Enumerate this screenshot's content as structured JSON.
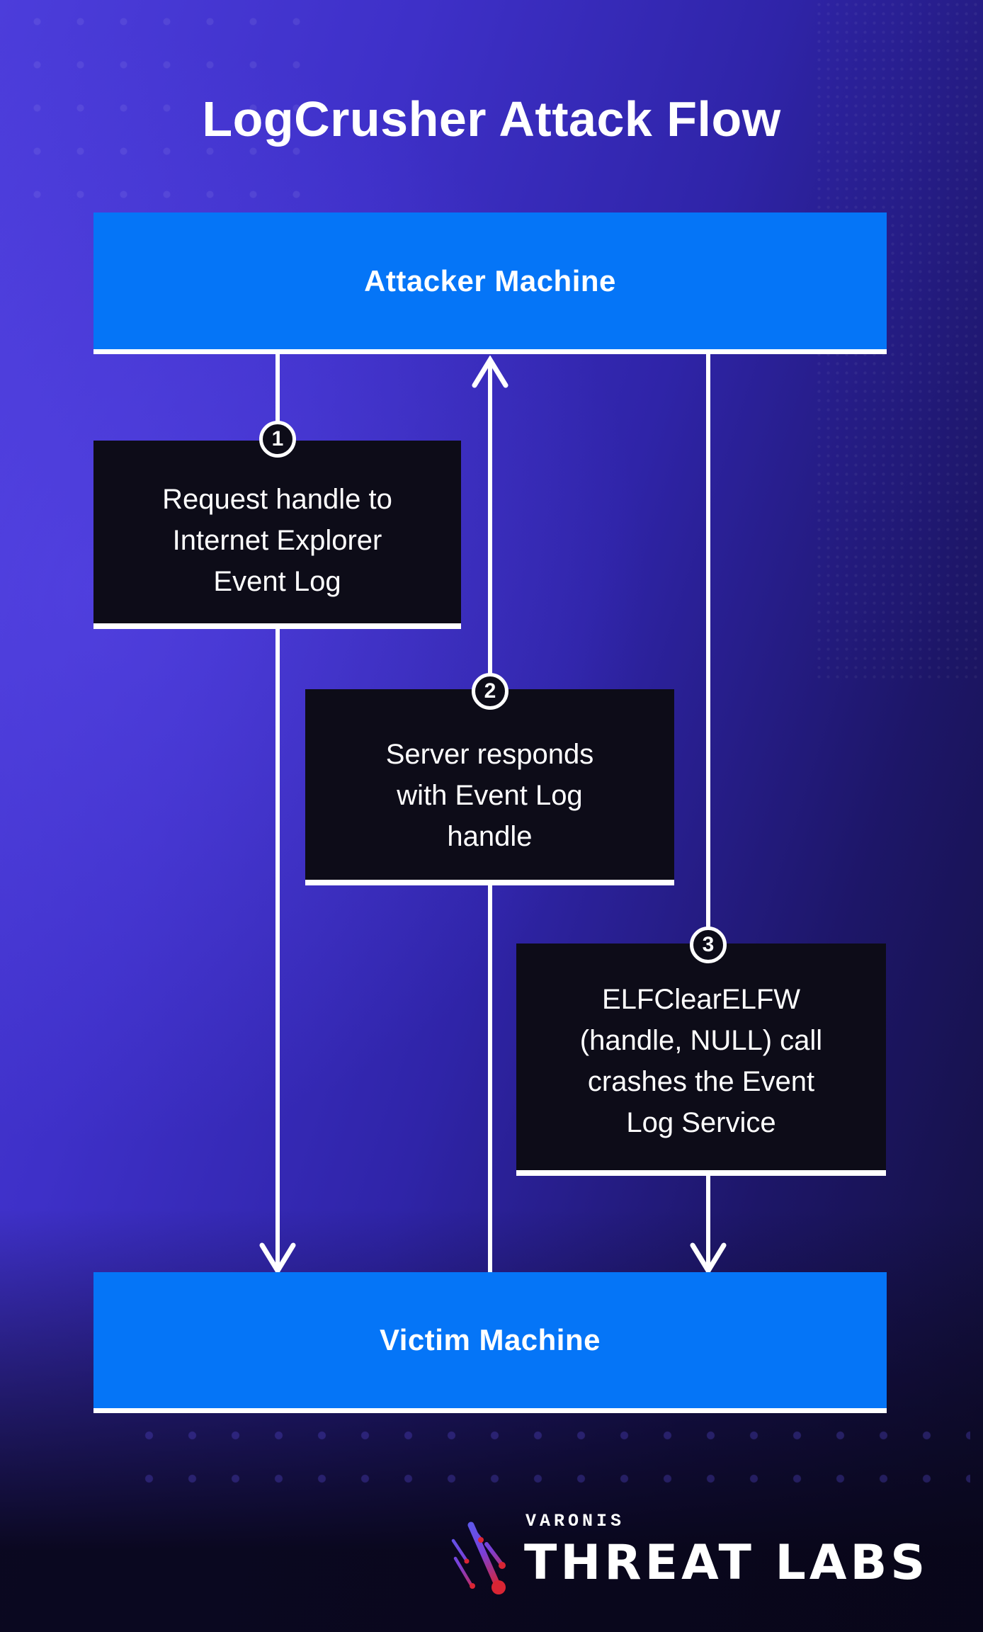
{
  "title": "LogCrusher Attack Flow",
  "nodes": {
    "attacker": "Attacker Machine",
    "victim": "Victim Machine"
  },
  "steps": [
    {
      "number": "1",
      "text": "Request handle to\nInternet Explorer\nEvent Log"
    },
    {
      "number": "2",
      "text": "Server responds\nwith Event Log\nhandle"
    },
    {
      "number": "3",
      "text": "ELFClearELFW\n(handle, NULL) call\ncrashes the Event\nLog Service"
    }
  ],
  "arrows": [
    {
      "name": "request-arrow",
      "direction": "down",
      "from": "attacker",
      "to": "victim"
    },
    {
      "name": "response-arrow",
      "direction": "up",
      "from": "victim",
      "to": "attacker"
    },
    {
      "name": "crash-arrow",
      "direction": "down",
      "from": "attacker",
      "to": "victim"
    }
  ],
  "footer": {
    "brand": "VARONIS",
    "unit": "THREAT LABS"
  },
  "colors": {
    "bar_blue": "#0575f7",
    "box_black": "#0d0c18",
    "line_white": "#ffffff",
    "bg_indigo": "#3e30c8",
    "bg_dark": "#120f38",
    "comet_red": "#d92534",
    "comet_blue": "#5560f2"
  }
}
